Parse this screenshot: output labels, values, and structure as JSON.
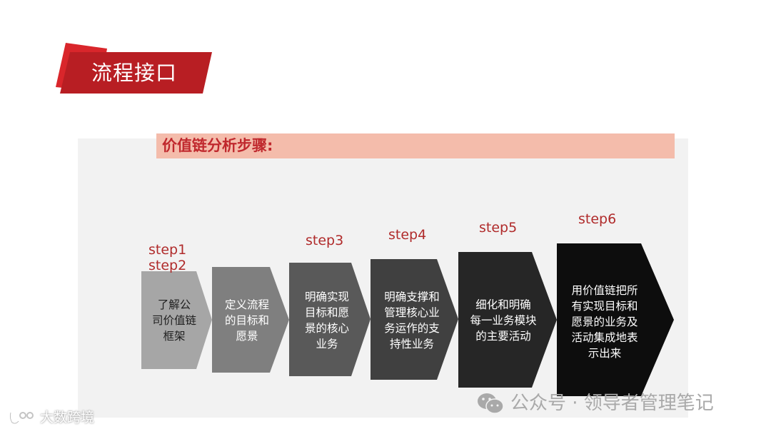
{
  "header": {
    "title": "流程接口",
    "banner_colors": {
      "front": "#b81e23",
      "back": "#d9262b"
    }
  },
  "section": {
    "heading": "价值链分析步骤:",
    "heading_color": "#c0282d",
    "bar_color": "#f4bcab",
    "panel_color": "#f2f2f2"
  },
  "steps": [
    {
      "label": "step1\nstep2",
      "label_line1": "step1",
      "label_line2": "step2",
      "text": "了解公\n司价值链\n框架",
      "color": "#a6a6a6",
      "text_color": "#1f1f1f"
    },
    {
      "label": "",
      "text": "定义流程\n的目标和\n愿景",
      "color": "#7f7f7f",
      "text_color": "#ffffff"
    },
    {
      "label": "step3",
      "text": "明确实现\n目标和愿\n景的核心\n业务",
      "color": "#595959",
      "text_color": "#ffffff"
    },
    {
      "label": "step4",
      "text": "明确支撑和\n管理核心业\n务运作的支\n持性业务",
      "color": "#404040",
      "text_color": "#ffffff"
    },
    {
      "label": "step5",
      "text": "细化和明确\n每一业务模块\n的主要活动",
      "color": "#262626",
      "text_color": "#ffffff"
    },
    {
      "label": "step6",
      "text": "用价值链把所\n有实现目标和\n愿景的业务及\n活动集成地表\n示出来",
      "color": "#0d0d0d",
      "text_color": "#ffffff"
    }
  ],
  "watermark": {
    "icon": "wechat-icon",
    "text": "公众号 · 领导者管理笔记"
  },
  "brand": {
    "logo": "kooo-logo-icon",
    "logo_text": "ნᴼᴼ",
    "text": "大数跨境"
  }
}
